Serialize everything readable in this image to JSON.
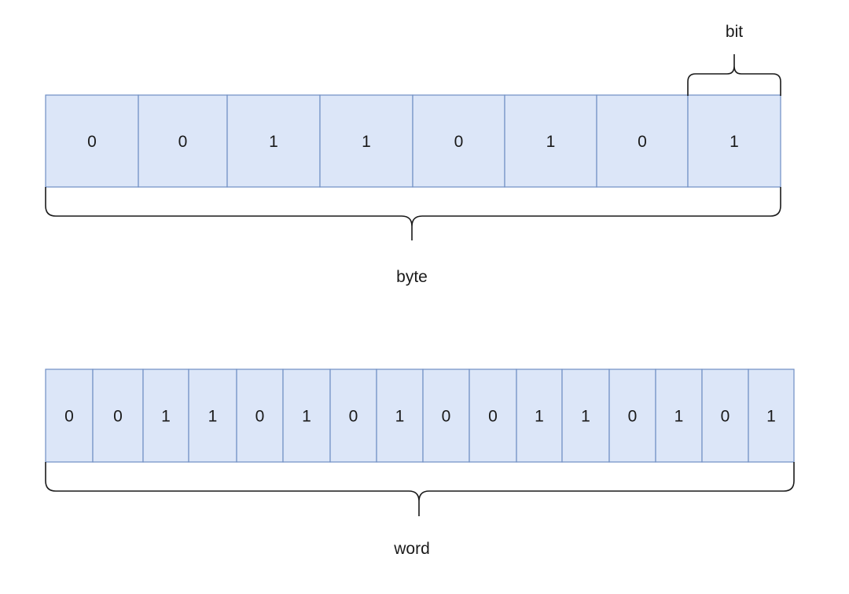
{
  "colors": {
    "cell_fill": "#dce6f8",
    "cell_stroke": "#6f8ec4",
    "brace_stroke": "#1a1a1a",
    "text": "#1a1a1a"
  },
  "byte": {
    "bits": [
      "0",
      "0",
      "1",
      "1",
      "0",
      "1",
      "0",
      "1"
    ],
    "label": "byte"
  },
  "bit_label": "bit",
  "word": {
    "bits": [
      "0",
      "0",
      "1",
      "1",
      "0",
      "1",
      "0",
      "1",
      "0",
      "0",
      "1",
      "1",
      "0",
      "1",
      "0",
      "1"
    ],
    "label": "word"
  }
}
